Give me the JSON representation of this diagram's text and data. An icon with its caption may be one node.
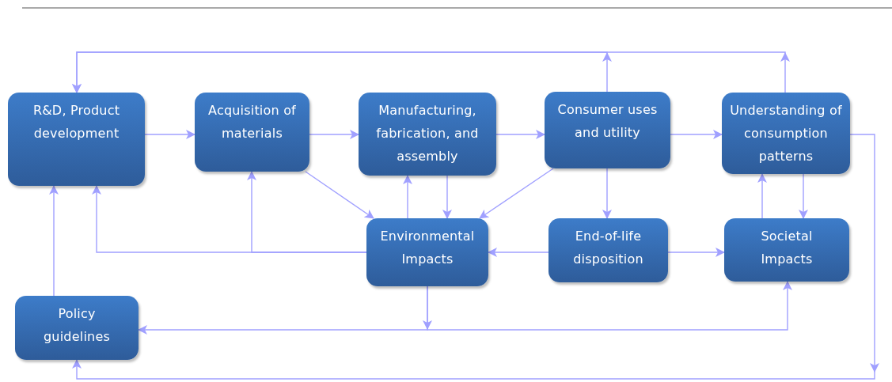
{
  "diagram": {
    "nodes": [
      {
        "text": [
          "R&D, Product development"
        ]
      },
      {
        "text": [
          "Acquisition of materials"
        ]
      },
      {
        "text": [
          "Manufacturing, fabrication, and assembly"
        ]
      },
      {
        "text": [
          "Consumer uses and utility"
        ]
      },
      {
        "text": [
          "Understanding of consumption patterns"
        ]
      },
      {
        "text": [
          "Environmental Impacts"
        ]
      },
      {
        "text": [
          "End-of-life disposition"
        ]
      },
      {
        "text": [
          "Societal Impacts"
        ]
      },
      {
        "text": [
          "Policy guidelines"
        ]
      }
    ],
    "edges": [
      {
        "from": 0,
        "to": 1,
        "arrow": "to"
      },
      {
        "from": 1,
        "to": 2,
        "arrow": "to"
      },
      {
        "from": 2,
        "to": 3,
        "arrow": "to"
      },
      {
        "from": 3,
        "to": 4,
        "arrow": "to"
      },
      {
        "from": 1,
        "to": 5,
        "arrow": "to"
      },
      {
        "from": 5,
        "to": 2,
        "arrow": "to"
      },
      {
        "from": 2,
        "to": 5,
        "arrow": "to"
      },
      {
        "from": 3,
        "to": 5,
        "arrow": "to"
      },
      {
        "from": 3,
        "to": 6,
        "arrow": "to"
      },
      {
        "from": 7,
        "to": 4,
        "arrow": "to"
      },
      {
        "from": 4,
        "to": 7,
        "arrow": "to"
      },
      {
        "from": 6,
        "to": 5,
        "arrow": "to"
      },
      {
        "from": 6,
        "to": 7,
        "arrow": "to"
      },
      {
        "from": 5,
        "to": 0,
        "arrow": "to"
      },
      {
        "from": 5,
        "to": 1,
        "arrow": "to"
      },
      {
        "from": 8,
        "to": 0,
        "arrow": "to"
      },
      {
        "from": 5,
        "to": 8,
        "arrow": "to"
      },
      {
        "from": 5,
        "to": 7,
        "arrow": "to"
      },
      {
        "from": 3,
        "to": 0,
        "arrow": "to"
      },
      {
        "from": 4,
        "to": 0,
        "arrow": "to"
      },
      {
        "from": 4,
        "to": 8,
        "arrow": "to"
      }
    ]
  }
}
